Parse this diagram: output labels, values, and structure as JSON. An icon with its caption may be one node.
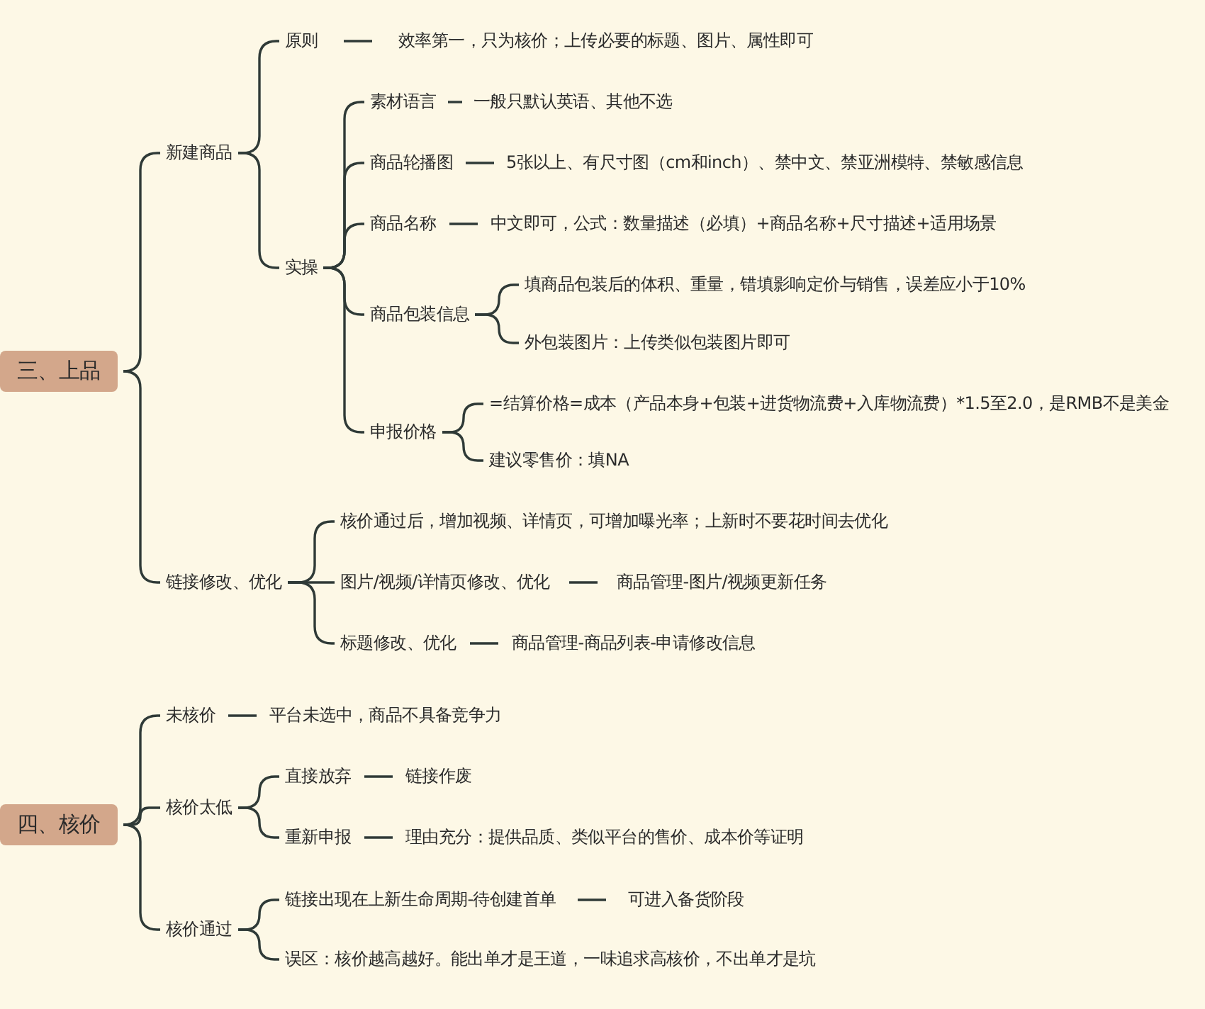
{
  "diagram": {
    "nodes": [
      {
        "text": [
          "三、上品"
        ]
      },
      {
        "text": [
          "新建商品"
        ]
      },
      {
        "text": [
          "原则"
        ]
      },
      {
        "text": [
          "效率第一，只为核价；上传必要的标题、图片、属性即可"
        ]
      },
      {
        "text": [
          "实操"
        ]
      },
      {
        "text": [
          "素材语言"
        ]
      },
      {
        "text": [
          "一般只默认英语、其他不选"
        ]
      },
      {
        "text": [
          "商品轮播图"
        ]
      },
      {
        "text": [
          "5张以上、有尺寸图（cm和inch）、禁中文、禁亚洲模特、禁敏感信息"
        ]
      },
      {
        "text": [
          "商品名称"
        ]
      },
      {
        "text": [
          "中文即可，公式：数量描述（必填）+商品名称+尺寸描述+适用场景"
        ]
      },
      {
        "text": [
          "商品包装信息"
        ]
      },
      {
        "text": [
          "填商品包装后的体积、重量，错填影响定价与销售，误差应小于10%"
        ]
      },
      {
        "text": [
          "外包装图片：上传类似包装图片即可"
        ]
      },
      {
        "text": [
          "申报价格"
        ]
      },
      {
        "text": [
          "=结算价格=成本（产品本身+包装+进货物流费+入库物流费）*1.5至2.0，是RMB不是美金"
        ]
      },
      {
        "text": [
          "建议零售价：填NA"
        ]
      },
      {
        "text": [
          "链接修改、优化"
        ]
      },
      {
        "text": [
          "核价通过后，增加视频、详情页，可增加曝光率；上新时不要花时间去优化"
        ]
      },
      {
        "text": [
          "图片/视频/详情页修改、优化"
        ]
      },
      {
        "text": [
          "商品管理-图片/视频更新任务"
        ]
      },
      {
        "text": [
          "标题修改、优化"
        ]
      },
      {
        "text": [
          "商品管理-商品列表-申请修改信息"
        ]
      },
      {
        "text": [
          "四、核价"
        ]
      },
      {
        "text": [
          "未核价"
        ]
      },
      {
        "text": [
          "平台未选中，商品不具备竞争力"
        ]
      },
      {
        "text": [
          "核价太低"
        ]
      },
      {
        "text": [
          "直接放弃"
        ]
      },
      {
        "text": [
          "链接作废"
        ]
      },
      {
        "text": [
          "重新申报"
        ]
      },
      {
        "text": [
          "理由充分：提供品质、类似平台的售价、成本价等证明"
        ]
      },
      {
        "text": [
          "核价通过"
        ]
      },
      {
        "text": [
          "链接出现在上新生命周期-待创建首单"
        ]
      },
      {
        "text": [
          "可进入备货阶段"
        ]
      },
      {
        "text": [
          "误区：核价越高越好。能出单才是王道，一味追求高核价，不出单才是坑"
        ]
      }
    ],
    "edges": [
      {
        "from": 0,
        "to": 1,
        "arrow": "none"
      },
      {
        "from": 0,
        "to": 17,
        "arrow": "none"
      },
      {
        "from": 1,
        "to": 2,
        "arrow": "none"
      },
      {
        "from": 1,
        "to": 4,
        "arrow": "none"
      },
      {
        "from": 2,
        "to": 3,
        "arrow": "none"
      },
      {
        "from": 4,
        "to": 5,
        "arrow": "none"
      },
      {
        "from": 4,
        "to": 7,
        "arrow": "none"
      },
      {
        "from": 4,
        "to": 9,
        "arrow": "none"
      },
      {
        "from": 4,
        "to": 11,
        "arrow": "none"
      },
      {
        "from": 4,
        "to": 14,
        "arrow": "none"
      },
      {
        "from": 5,
        "to": 6,
        "arrow": "none"
      },
      {
        "from": 7,
        "to": 8,
        "arrow": "none"
      },
      {
        "from": 9,
        "to": 10,
        "arrow": "none"
      },
      {
        "from": 11,
        "to": 12,
        "arrow": "none"
      },
      {
        "from": 11,
        "to": 13,
        "arrow": "none"
      },
      {
        "from": 14,
        "to": 15,
        "arrow": "none"
      },
      {
        "from": 14,
        "to": 16,
        "arrow": "none"
      },
      {
        "from": 17,
        "to": 18,
        "arrow": "none"
      },
      {
        "from": 17,
        "to": 19,
        "arrow": "none"
      },
      {
        "from": 17,
        "to": 21,
        "arrow": "none"
      },
      {
        "from": 19,
        "to": 20,
        "arrow": "none"
      },
      {
        "from": 21,
        "to": 22,
        "arrow": "none"
      },
      {
        "from": 23,
        "to": 24,
        "arrow": "none"
      },
      {
        "from": 23,
        "to": 26,
        "arrow": "none"
      },
      {
        "from": 23,
        "to": 31,
        "arrow": "none"
      },
      {
        "from": 24,
        "to": 25,
        "arrow": "none"
      },
      {
        "from": 26,
        "to": 27,
        "arrow": "none"
      },
      {
        "from": 26,
        "to": 29,
        "arrow": "none"
      },
      {
        "from": 27,
        "to": 28,
        "arrow": "none"
      },
      {
        "from": 29,
        "to": 30,
        "arrow": "none"
      },
      {
        "from": 31,
        "to": 32,
        "arrow": "none"
      },
      {
        "from": 31,
        "to": 34,
        "arrow": "none"
      },
      {
        "from": 32,
        "to": 33,
        "arrow": "none"
      }
    ]
  }
}
